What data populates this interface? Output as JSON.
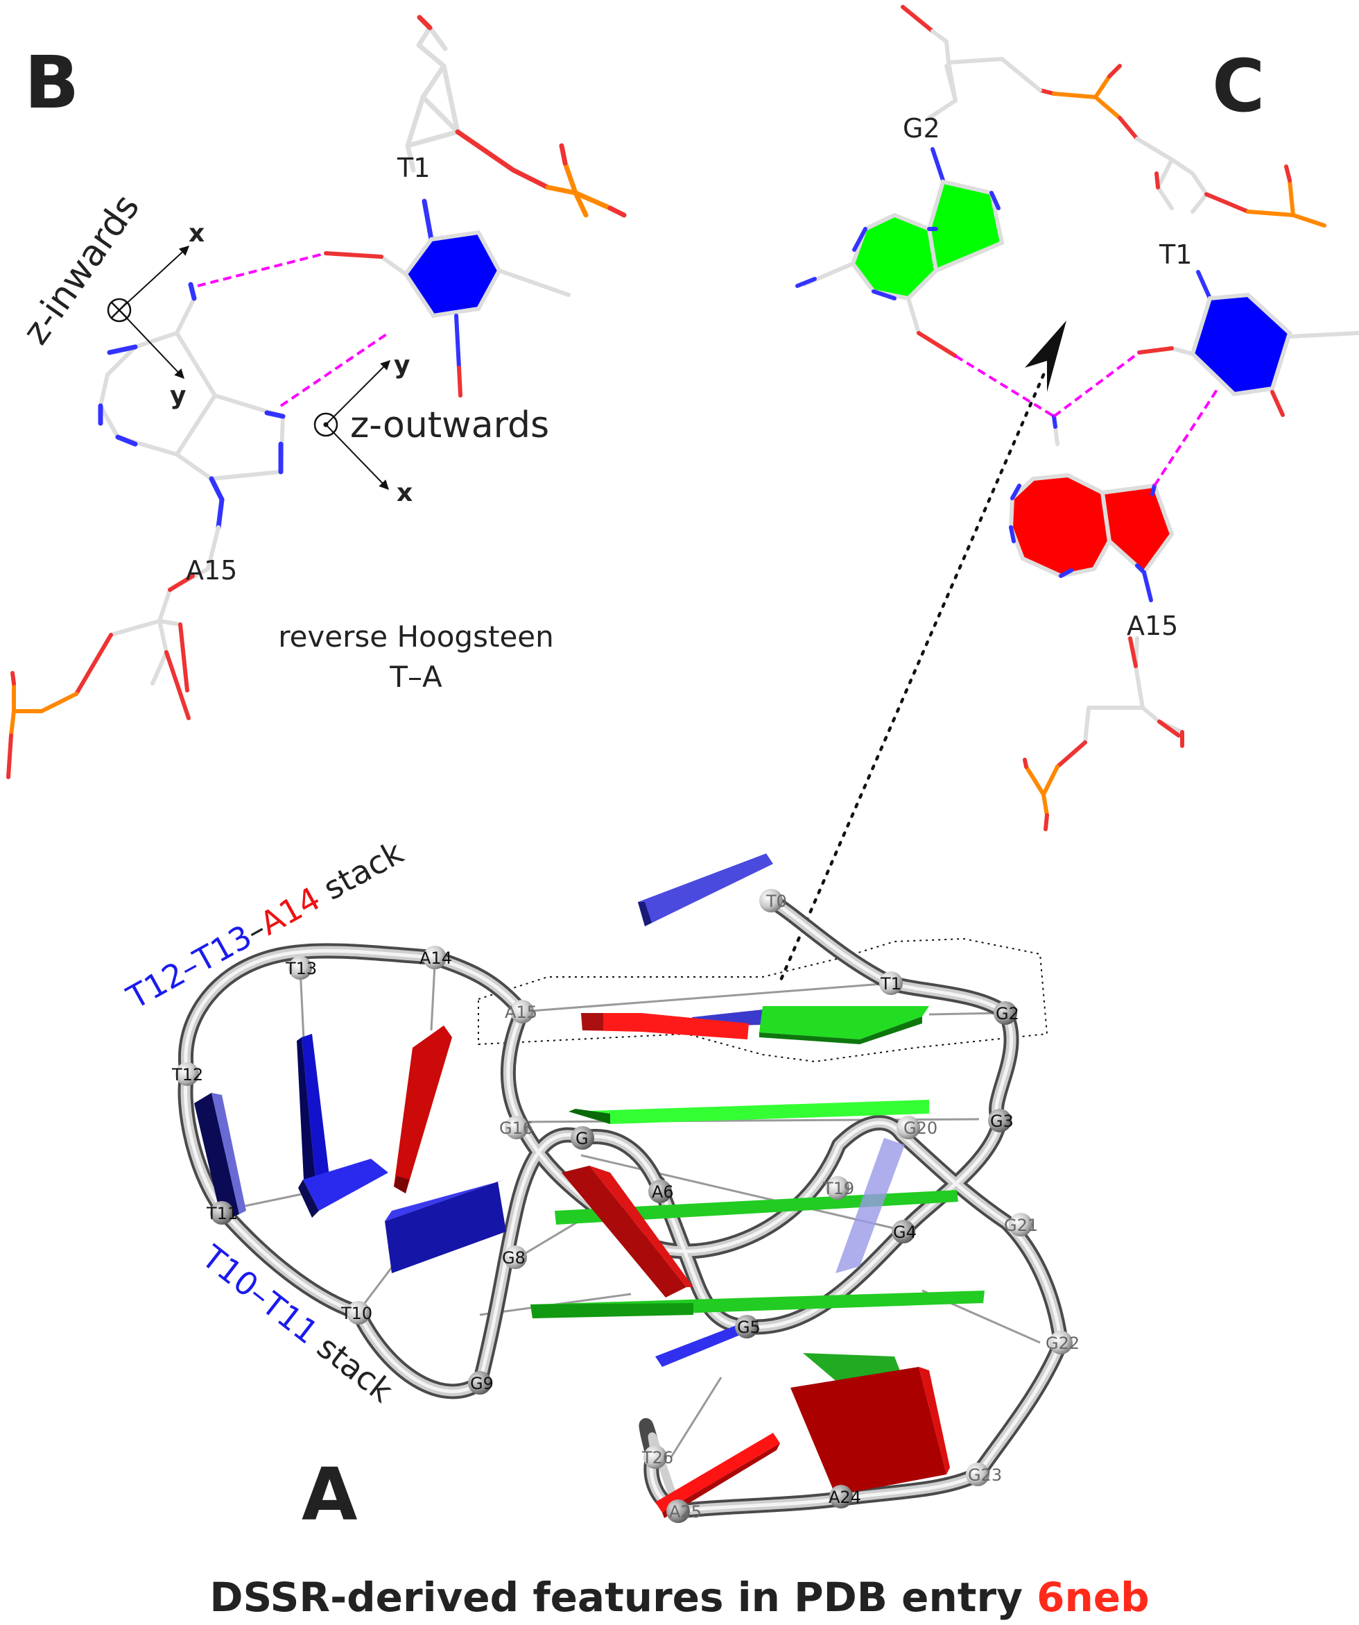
{
  "panels": {
    "a": "A",
    "b": "B",
    "c": "C"
  },
  "caption": {
    "prefix": "DSSR-derived features in PDB entry ",
    "pdb_id": "6neb"
  },
  "panel_b": {
    "label_t1": "T1",
    "label_a15": "A15",
    "axis_inwards": "z-inwards",
    "axis_outwards": "z-outwards",
    "axis_x1": "x",
    "axis_y1": "y",
    "axis_x2": "x",
    "axis_y2": "y",
    "pair_type_line1": "reverse Hoogsteen",
    "pair_type_line2": "T–A"
  },
  "panel_c": {
    "label_g2": "G2",
    "label_t1": "T1",
    "label_a15": "A15"
  },
  "panel_a": {
    "stack1_part1": "T12–T13",
    "stack1_sep": "–",
    "stack1_part2": "A14",
    "stack1_word": " stack",
    "stack2_part1": "T10–T11",
    "stack2_word": " stack",
    "residues": {
      "t0": "T0",
      "t1": "T1",
      "g2": "G2",
      "g3": "G3",
      "g4": "G4",
      "g5": "G5",
      "a6": "A6",
      "g7": "G",
      "g8": "G8",
      "g9": "G9",
      "t10": "T10",
      "t11": "T11",
      "t12": "T12",
      "t13": "T13",
      "a14": "A14",
      "a15": "A15",
      "g16": "G16",
      "t19": "T19",
      "g20": "G20",
      "g21": "G21",
      "g22": "G22",
      "g23": "G23",
      "a24": "A24",
      "a25": "A25",
      "t26": "T26"
    }
  },
  "colors": {
    "thymine": "#0000ff",
    "adenine": "#ff0000",
    "guanine": "#00ff00",
    "hbond": "#ff00ff",
    "highlight": "#ff2a1a",
    "nitrogen": "#3333ff",
    "oxygen": "#ee3333",
    "phosphorus": "#ff8800"
  }
}
